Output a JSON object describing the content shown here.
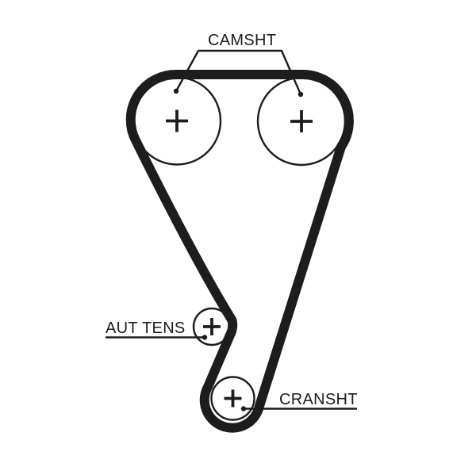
{
  "diagram": {
    "title_hint": "timing-belt-routing-diagram",
    "colors": {
      "ink": "#1d1d1b",
      "background": "#ffffff"
    },
    "labels": {
      "camshaft": "CAMSHT",
      "tensioner": "AUT TENS",
      "crankshaft": "CRANSHT"
    },
    "pulleys": [
      {
        "id": "camshaft-left",
        "center_mark": "+",
        "label_group": "CAMSHT"
      },
      {
        "id": "camshaft-right",
        "center_mark": "+",
        "label_group": "CAMSHT"
      },
      {
        "id": "tensioner",
        "center_mark": "+",
        "label_group": "AUT TENS"
      },
      {
        "id": "crankshaft",
        "center_mark": "+",
        "label_group": "CRANSHT"
      }
    ]
  }
}
